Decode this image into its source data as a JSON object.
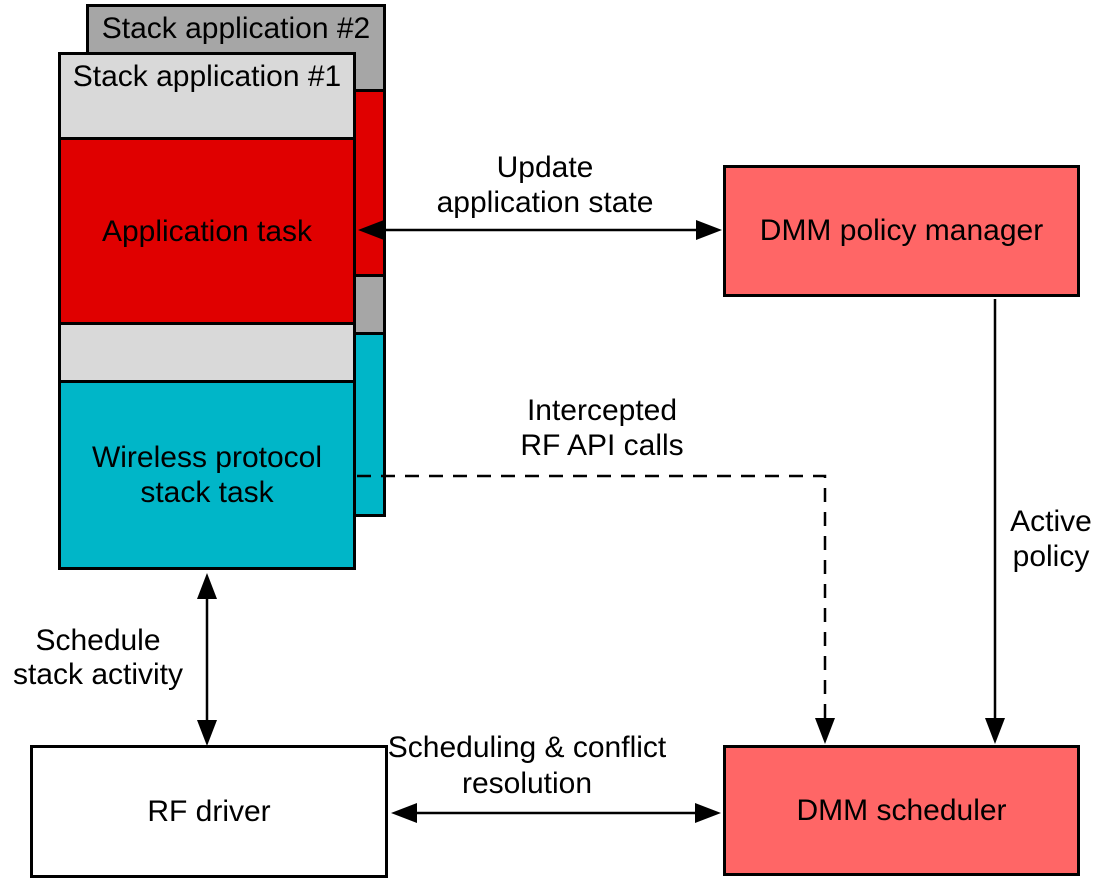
{
  "diagram": {
    "stacks": {
      "app2": {
        "label": "Stack application #2"
      },
      "app1": {
        "label": "Stack application #1",
        "application_task": "Application task",
        "stack_task_line1": "Wireless protocol",
        "stack_task_line2": "stack task"
      }
    },
    "boxes": {
      "rf_driver": "RF driver",
      "policy_manager": "DMM policy manager",
      "scheduler": "DMM scheduler"
    },
    "arrow_labels": {
      "update_state": {
        "line1": "Update",
        "line2": "application state"
      },
      "intercepted": {
        "line1": "Intercepted",
        "line2": "RF API calls"
      },
      "active_policy": {
        "line1": "Active",
        "line2": "policy"
      },
      "schedule_stack": {
        "line1": "Schedule",
        "line2": "stack activity"
      },
      "scheduling_conflict": {
        "line1": "Scheduling & conflict",
        "line2": "resolution"
      }
    },
    "colors": {
      "application_task": "#e00000",
      "stack_task": "#00b6c8",
      "dmm_boxes": "#ff6666",
      "stack2_background": "#a6a6a6",
      "stack1_background": "#d9d9d9",
      "rf_driver_background": "#ffffff",
      "border_and_text": "#000000"
    }
  }
}
